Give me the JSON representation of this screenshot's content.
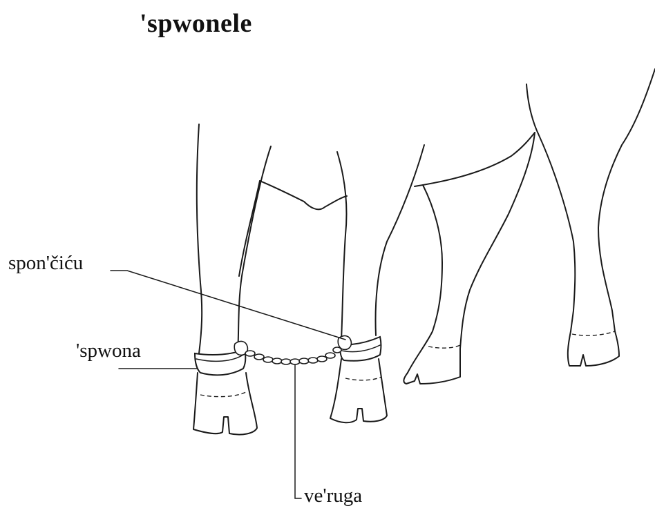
{
  "title": "'spwonele",
  "labels": {
    "sponcicu": "spon'čiću",
    "spwona": "'spwona",
    "veruga": "ve'ruga"
  }
}
